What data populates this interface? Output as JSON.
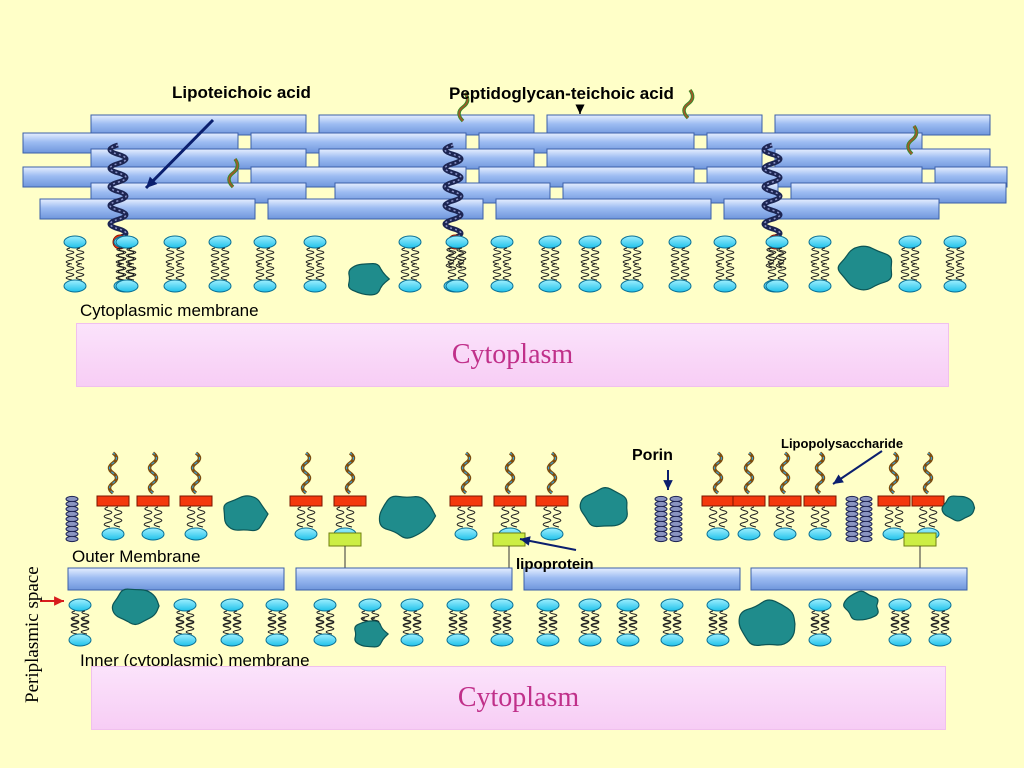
{
  "colors": {
    "background": "#ffffc8",
    "cell_wall_bar": "#8fb4f0",
    "lipid_head": "#27c7ee",
    "protein": "#1f8c8c",
    "lipid_anchor": "#f4380d",
    "lipoprotein_box": "#ccee44",
    "cytoplasm_text": "#c0308a"
  },
  "icons": {
    "teichoic_acid": "wavy-strand-icon",
    "lipid_anchor": "red-dot-icon",
    "porin": "stacked-coil-icon",
    "protein": "blob-icon",
    "phospholipid": "phospholipid-icon"
  },
  "gram_positive": {
    "label_lipoteichoic": "Lipoteichoic acid",
    "label_peptidoglycan": "Peptidoglycan-teichoic acid",
    "label_membrane": "Cytoplasmic membrane",
    "label_cytoplasm": "Cytoplasm"
  },
  "gram_negative": {
    "label_porin": "Porin",
    "label_lps": "Lipopolysaccharide",
    "label_outer_membrane": "Outer Membrane",
    "label_lipoprotein": "lipoprotein",
    "label_periplasmic": "Periplasmic space",
    "label_inner_membrane": "Inner (cytoplasmic) membrane",
    "label_cytoplasm": "Cytoplasm"
  }
}
